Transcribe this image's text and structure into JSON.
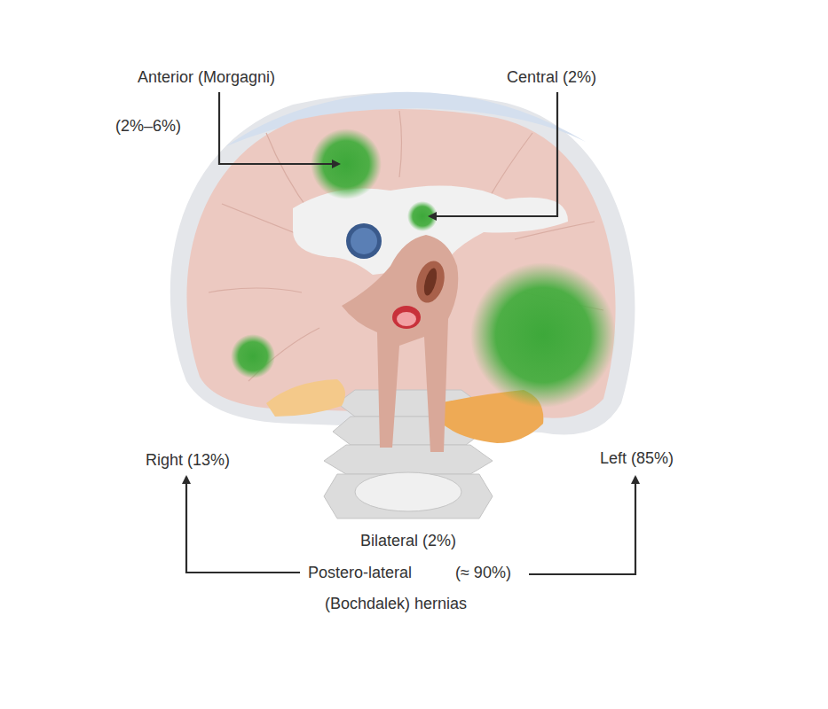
{
  "diagram": {
    "labels": [
      "Anterior (Morgagni)",
      "(2%–6%)",
      "Central (2%)",
      "Right (13%)",
      "Left (85%)",
      "Bilateral (2%)",
      "Postero-lateral",
      "(≈ 90%)",
      "(Bochdalek) hernias"
    ]
  }
}
